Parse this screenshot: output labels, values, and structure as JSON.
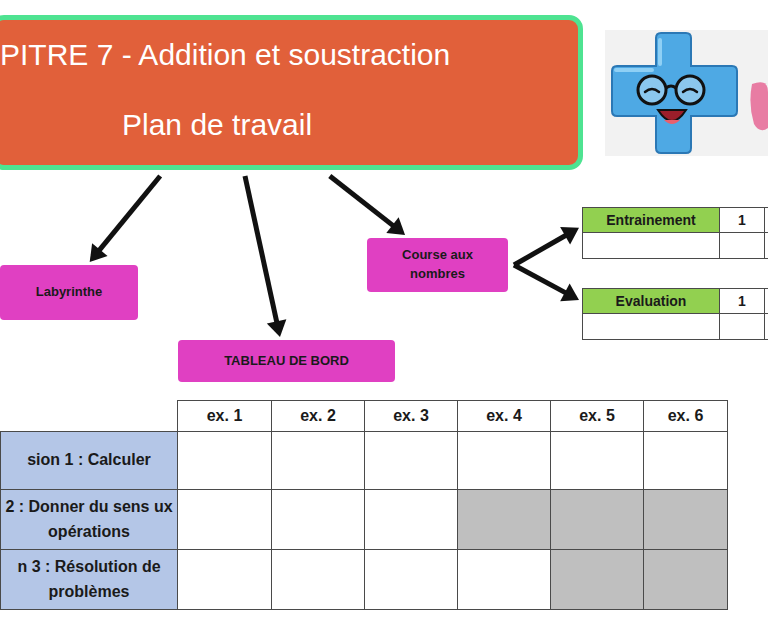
{
  "diagram": {
    "nodes": [
      {
        "text": [
          "PITRE 7 - Addition et soustraction",
          "Plan de travail"
        ]
      },
      {
        "text": [
          "Labyrinthe"
        ]
      },
      {
        "text": [
          "Course aux nombres"
        ]
      },
      {
        "text": [
          "Entrainement",
          "1"
        ]
      },
      {
        "text": [
          "Evaluation",
          "1"
        ]
      },
      {
        "text": [
          "TABLEAU DE BORD"
        ]
      }
    ],
    "edges": [
      {
        "from": 0,
        "to": 1,
        "arrow": "to"
      },
      {
        "from": 0,
        "to": 5,
        "arrow": "to"
      },
      {
        "from": 0,
        "to": 2,
        "arrow": "to"
      },
      {
        "from": 2,
        "to": 3,
        "arrow": "to"
      },
      {
        "from": 2,
        "to": 4,
        "arrow": "to"
      }
    ],
    "labels": [
      "ex. 1",
      "ex. 2",
      "ex. 3",
      "ex. 4",
      "ex. 5",
      "ex. 6",
      "sion 1 : Calculer",
      "2 : Donner du sens ux opérations",
      "n 3 : Résolution de problèmes"
    ]
  }
}
